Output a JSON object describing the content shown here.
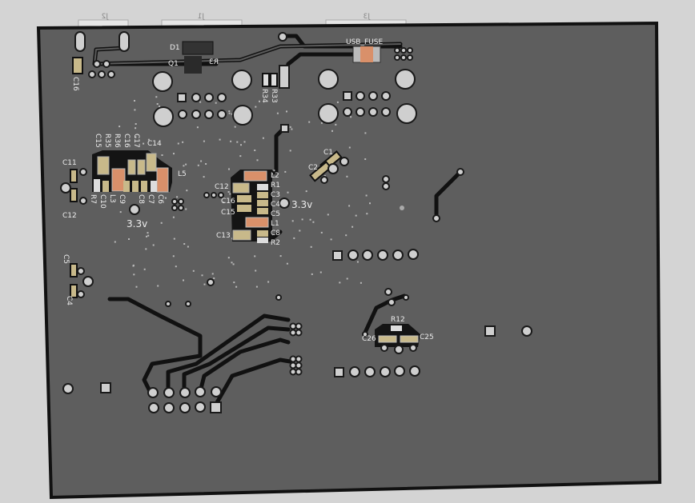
{
  "view": {
    "title": "PCB 3D bottom view",
    "board_color": "#5e5e5e",
    "background_color": "#d4d4d4",
    "copper_pad_color": "#cfcfcf",
    "inductor_color": "#d9906a",
    "capacitor_color": "#c8b98a"
  },
  "connectors": {
    "j2": "J2",
    "j1": "J1",
    "j3": "J3"
  },
  "labels": {
    "d1": "D1",
    "q1": "Q1",
    "r3": "R3",
    "c16": "C16",
    "r33": "R33",
    "r34": "R34",
    "usb_fuse": "USB_FUSE",
    "c15": "C15",
    "r35": "R35",
    "r36": "R36",
    "c16b": "C16",
    "c17": "C17",
    "c14": "C14",
    "c11": "C11",
    "c12": "C12",
    "r7": "R7",
    "c10": "C10",
    "l3": "L3",
    "c9": "C9",
    "c8": "C8",
    "c7": "C7",
    "c6": "C6",
    "l5": "L5",
    "v33_left": "3.3v",
    "l2": "L2",
    "c12b": "C12",
    "r1": "R1",
    "c3": "C3",
    "c16c": "C16",
    "c4": "C4",
    "c15b": "C15",
    "c5b": "C5",
    "l1": "L1",
    "c13": "C13",
    "c8b": "C8",
    "r2": "R2",
    "v33_right": "3.3v",
    "c1": "C1",
    "c2": "C2",
    "c5": "C5",
    "c4b": "C4",
    "r12": "R12",
    "c26": "C26",
    "c25": "C25"
  }
}
